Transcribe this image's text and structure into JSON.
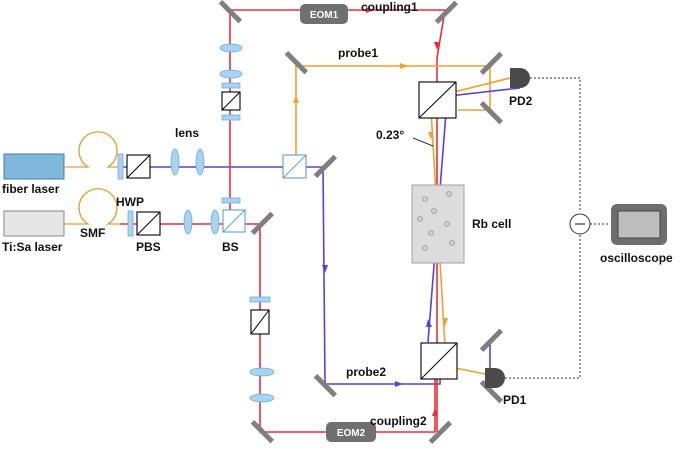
{
  "labels": {
    "eom1": "EOM1",
    "eom2": "EOM2",
    "coupling1": "coupling1",
    "coupling2": "coupling2",
    "probe1": "probe1",
    "probe2": "probe2",
    "pd1": "PD1",
    "pd2": "PD2",
    "angle": "0.23°",
    "rb_cell": "Rb cell",
    "lens": "lens",
    "fiber_laser": "fiber laser",
    "ti_sa_laser": "Ti:Sa laser",
    "hwp": "HWP",
    "smf": "SMF",
    "pbs": "PBS",
    "bs": "BS",
    "oscilloscope": "oscilloscope"
  },
  "colors": {
    "coupling_beam": "#e8303a",
    "probe_beam_blue": "#5b3fe0",
    "probe_beam_orange": "#f0a02c",
    "fiber": "#e0a030",
    "eom_fill": "#707070",
    "mirror": "#7f7f7f",
    "optic_blue": "#a9d3f0"
  }
}
